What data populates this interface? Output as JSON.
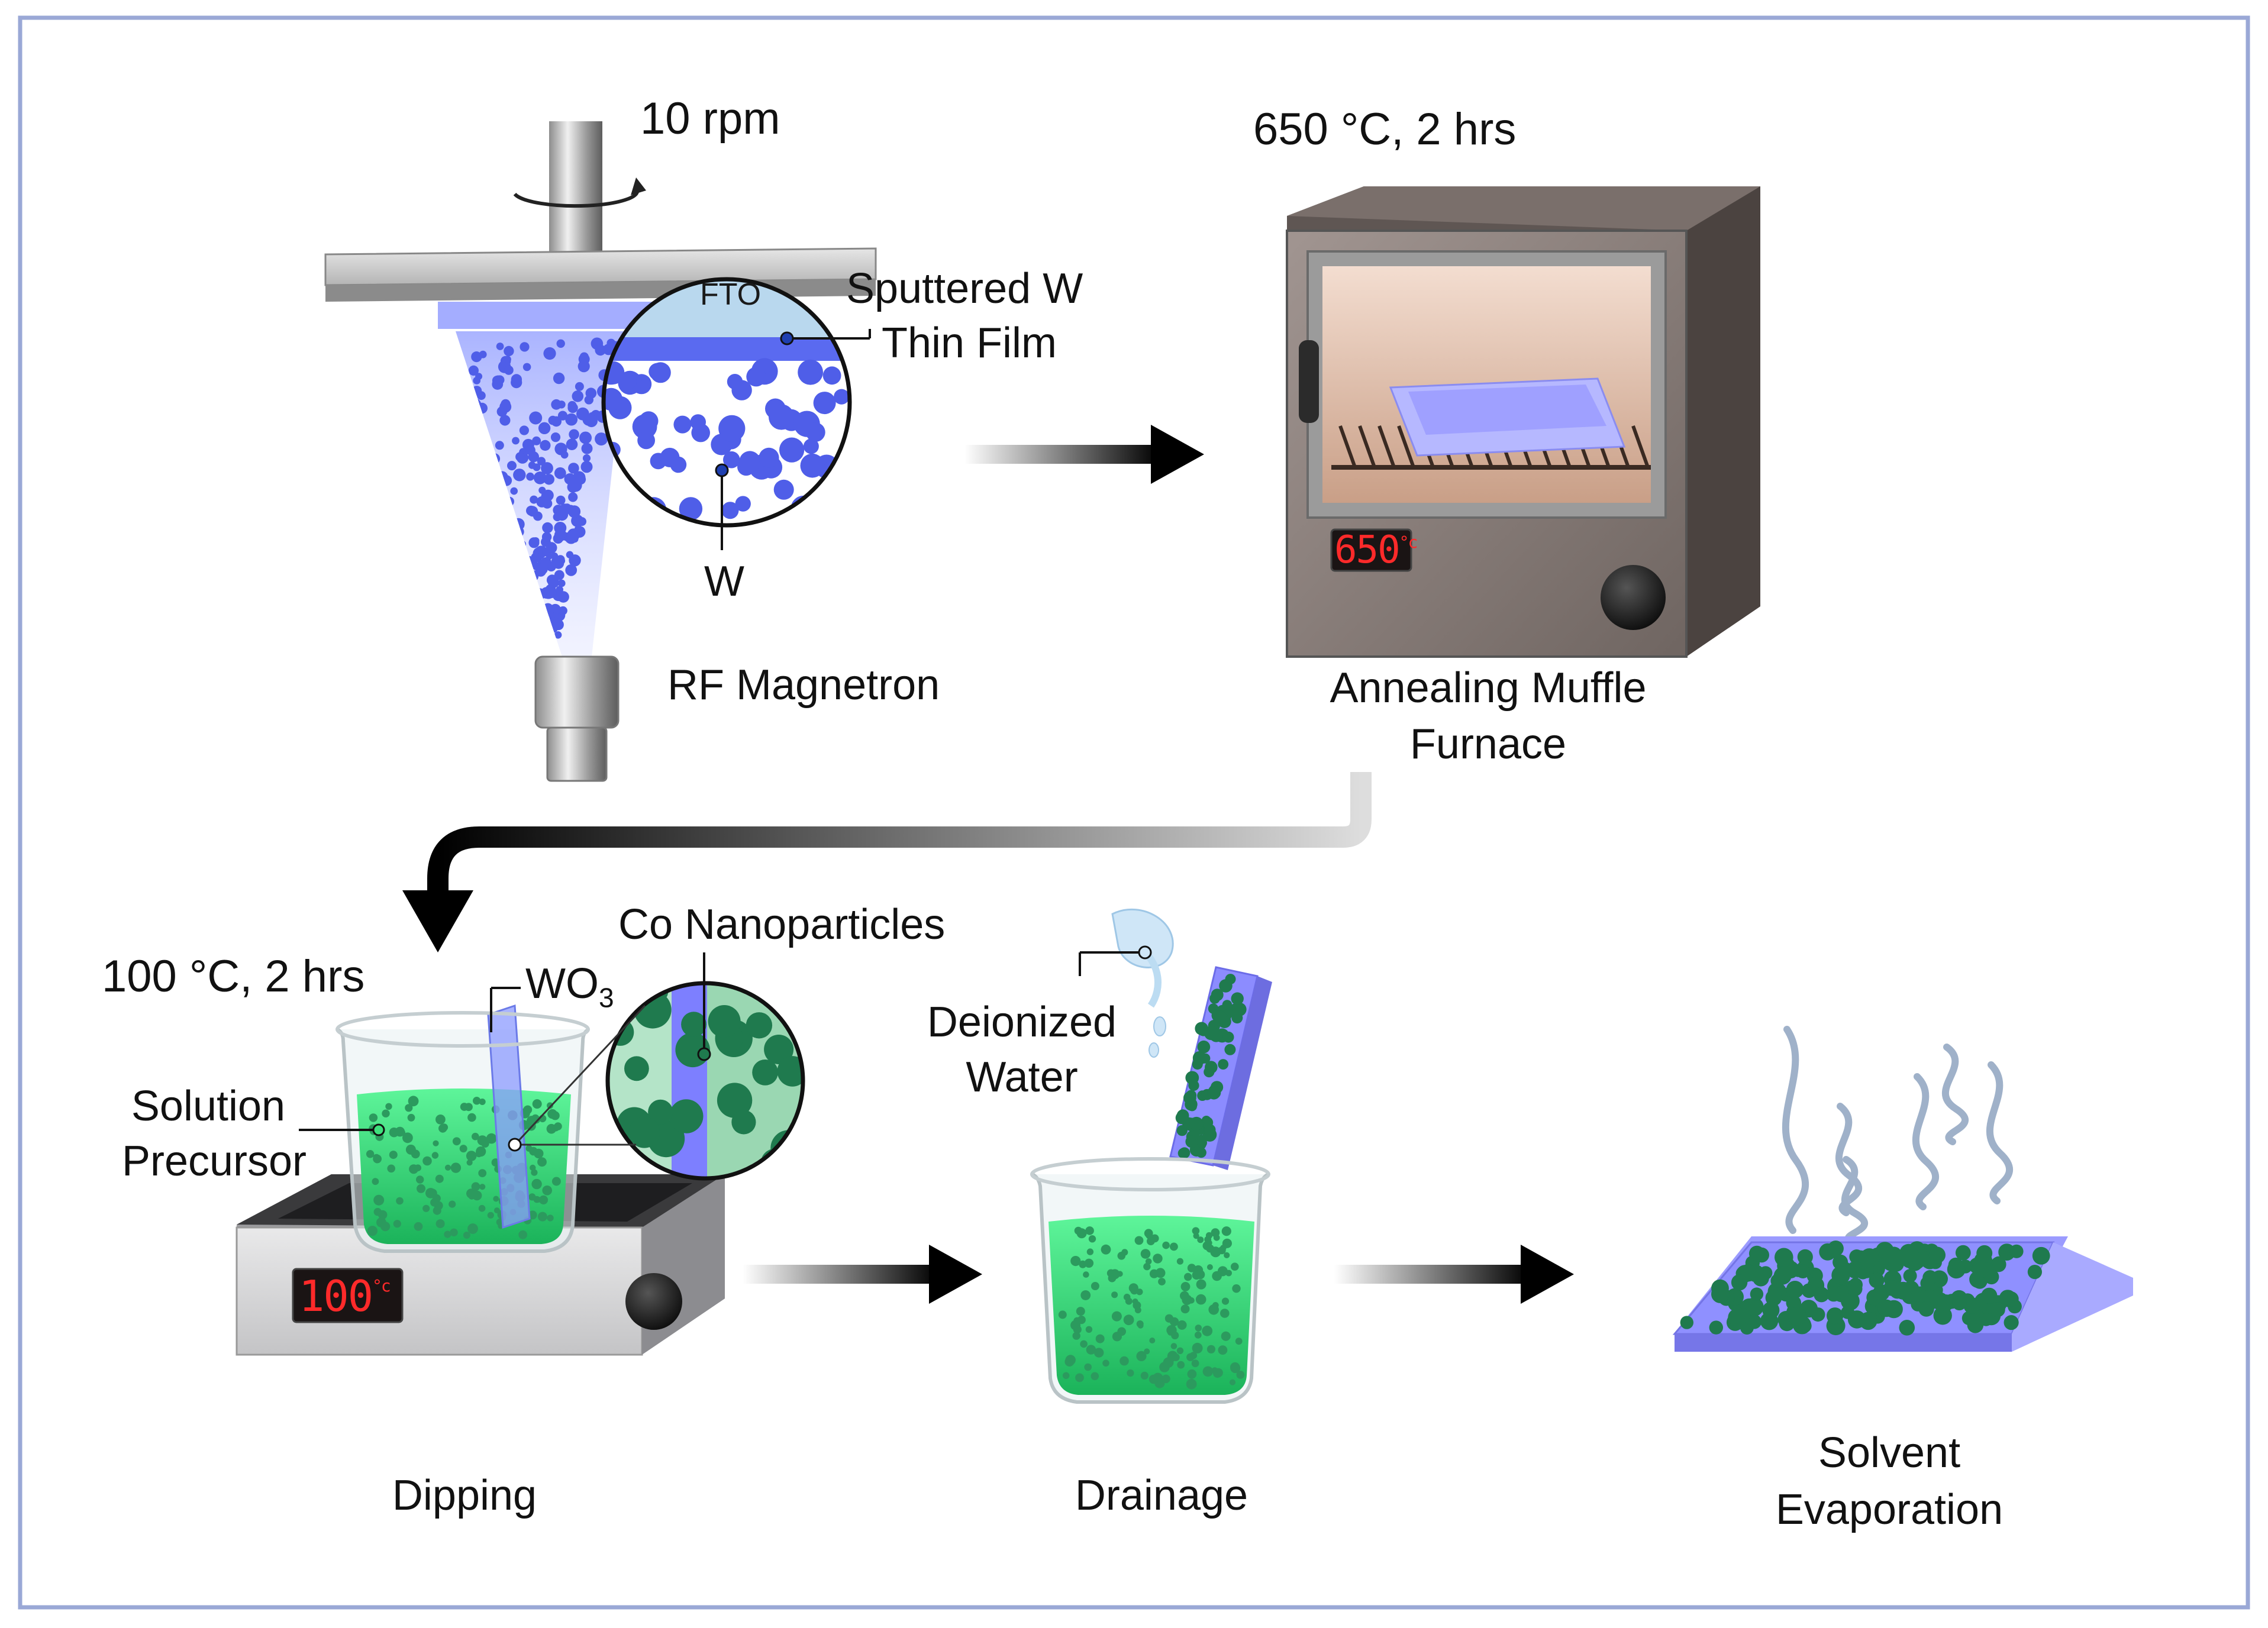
{
  "labels": {
    "rpm": "10 rpm",
    "fto": "FTO",
    "sputtered_line1": "Sputtered W",
    "sputtered_line2": "Thin Film",
    "w_label": "W",
    "rf_magnetron": "RF Magnetron",
    "furnace_temp": "650 °C, 2 hrs",
    "furnace_line1": "Annealing Muffle",
    "furnace_line2": "Furnace",
    "furnace_display": "650",
    "furnace_display_unit": "°c",
    "dip_temp": "100 °C, 2 hrs",
    "wo3_prefix": "WO",
    "wo3_sub": "3",
    "co_np": "Co Nanoparticles",
    "solution_line1": "Solution",
    "solution_line2": "Precursor",
    "hotplate_display": "100",
    "hotplate_display_unit": "°c",
    "dipping": "Dipping",
    "di_line1": "Deionized",
    "di_line2": "Water",
    "drainage": "Drainage",
    "evap_line1": "Solvent",
    "evap_line2": "Evaporation"
  },
  "colors": {
    "frame": "#9aa8d6",
    "tungsten_blue": "#4f5ee8",
    "fto_blue": "#b9d8ee",
    "cobalt_green": "#1f7a4e",
    "solution_green": "#3ee07c",
    "substrate": "#8f8fff",
    "furnace_body": "#8a7f7b",
    "led_red": "#ff2a2a"
  }
}
